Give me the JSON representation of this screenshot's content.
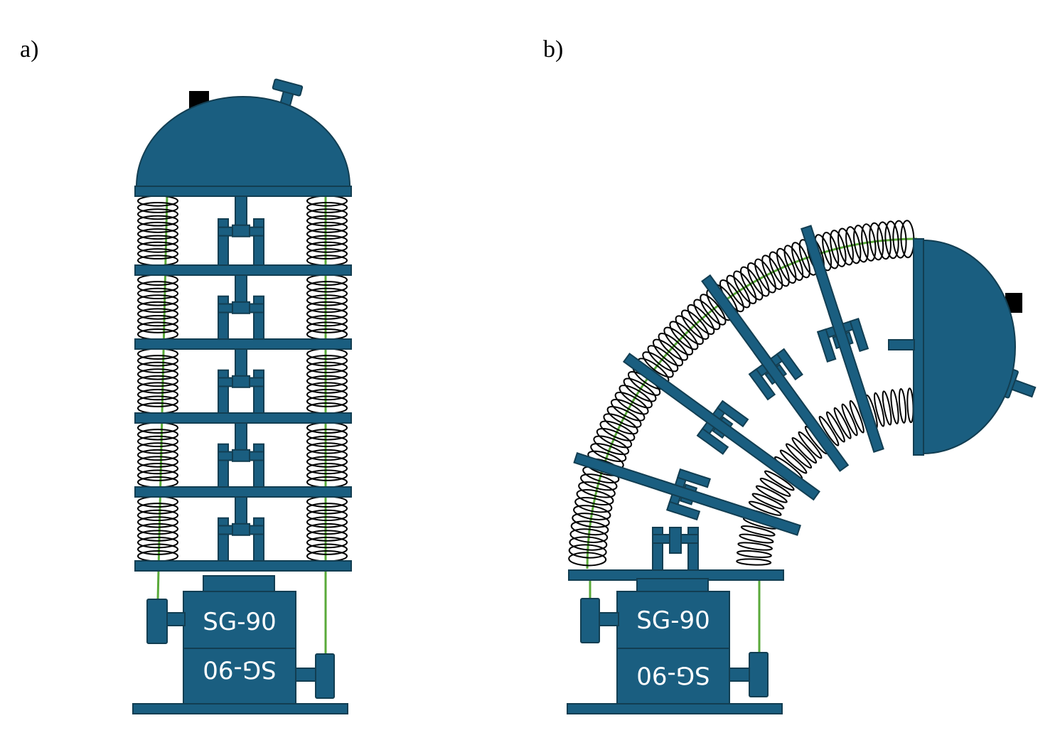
{
  "figure": {
    "panel_a_label": "a)",
    "panel_b_label": "b)",
    "servo_label_top": "SG-90",
    "servo_label_bottom": "SG-90"
  },
  "colors": {
    "main": "#1a5e80",
    "edge": "#123e52",
    "wire": "#5aaa3a",
    "spring": "#000000",
    "sensor": "#000000"
  },
  "structure": {
    "segments_per_robot": 5,
    "joint_type": "universal-joint",
    "actuators": 2
  }
}
